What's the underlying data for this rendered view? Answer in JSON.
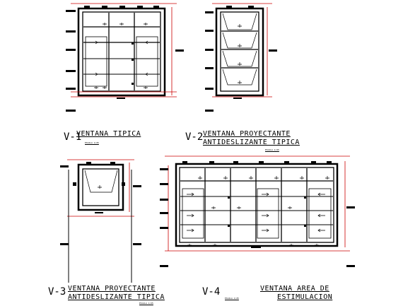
{
  "details": [
    {
      "code": "V-1",
      "title_lines": [
        "VENTANA TIPICA"
      ],
      "scale": "ESCALA 1/25"
    },
    {
      "code": "V-2",
      "title_lines": [
        "VENTANA PROYECTANTE",
        "ANTIDESLIZANTE TIPICA"
      ],
      "scale": "ESCALA 1/25"
    },
    {
      "code": "V-3",
      "title_lines": [
        "VENTANA PROYECTANTE",
        "ANTIDESLIZANTE TIPICA"
      ],
      "scale": "ESCALA 1/25"
    },
    {
      "code": "V-4",
      "title_lines": [
        "VENTANA AREA DE",
        "ESTIMULACION"
      ],
      "scale": "ESCALA 1/25"
    }
  ],
  "colors": {
    "line": "#000000",
    "dimension": "#cc0000"
  }
}
